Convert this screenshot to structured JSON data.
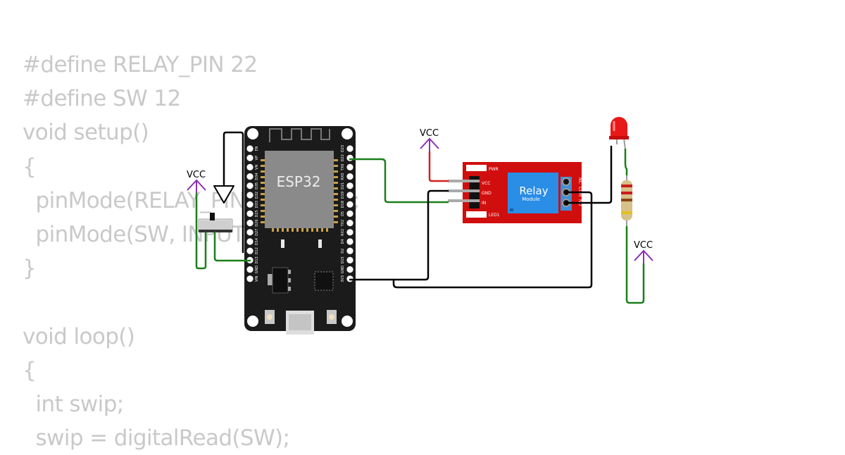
{
  "code": {
    "lines": [
      "#define RELAY_PIN 22",
      "#define SW 12",
      "void setup()",
      "{",
      "  pinMode(RELAY_PIN, OUTPUT);",
      "  pinMode(SW, INPUT);",
      "}",
      "",
      "void loop()",
      "{",
      "  int swip;",
      "  swip = digitalRead(SW);"
    ]
  },
  "circuit": {
    "vcc_labels": [
      "VCC",
      "VCC",
      "VCC"
    ],
    "esp32": {
      "chip_label": "ESP32",
      "left_pins": [
        "EN",
        "VP",
        "VN",
        "D34",
        "D35",
        "D32",
        "D33",
        "D25",
        "D26",
        "D27",
        "D14",
        "D12",
        "D13",
        "GND",
        "VIN"
      ],
      "right_pins": [
        "D23",
        "D22",
        "TX0",
        "RX0",
        "D21",
        "D19",
        "D18",
        "D5",
        "TX2",
        "RX2",
        "D4",
        "D2",
        "D15",
        "GND",
        "3V3"
      ]
    },
    "relay": {
      "title": "Relay",
      "subtitle": "Module",
      "pwr_label": "PWR",
      "led_label": "LED1",
      "pins": [
        "VCC",
        "GND",
        "IN"
      ],
      "terminals": [
        "NC",
        "COM",
        "NO"
      ]
    },
    "colors": {
      "wire_green": "#1a7f1a",
      "wire_red": "#d42020",
      "wire_black": "#000000",
      "vcc_arrow": "#8b2fb8",
      "board": "#1b1b1b",
      "relay_board": "#d10e0e",
      "relay_body": "#2a8de6",
      "code_text": "#c9c9c9"
    }
  }
}
